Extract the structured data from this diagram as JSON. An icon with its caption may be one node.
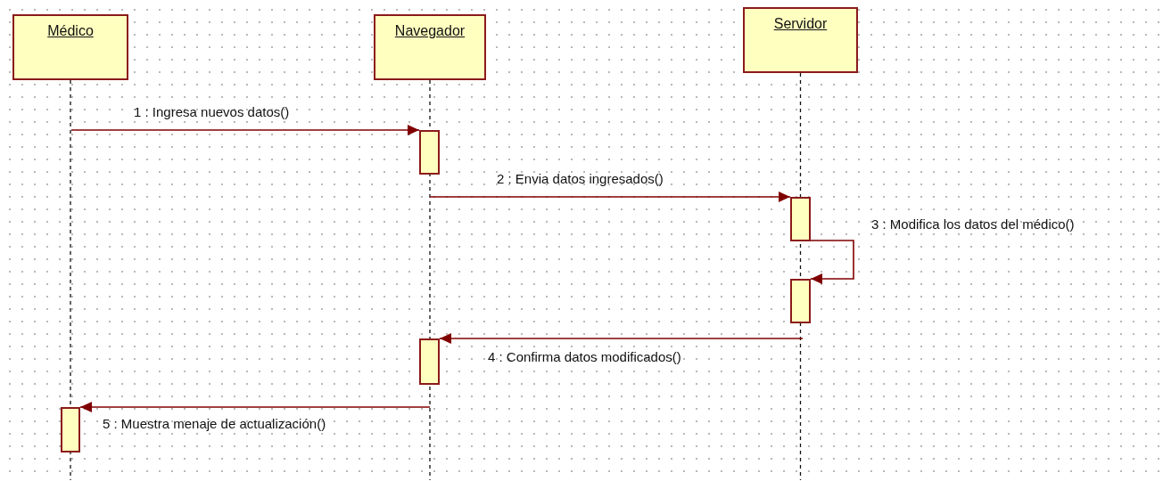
{
  "diagram": {
    "nodes": [
      {
        "text": [
          "Médico"
        ]
      },
      {
        "text": [
          "Navegador"
        ]
      },
      {
        "text": [
          "Servidor"
        ]
      },
      {
        "text": [],
        "shape": "bar"
      },
      {
        "text": [],
        "shape": "bar"
      },
      {
        "text": [],
        "shape": "bar"
      },
      {
        "text": [],
        "shape": "bar"
      },
      {
        "text": [],
        "shape": "bar"
      }
    ],
    "edges": [
      {
        "from": null,
        "to": 3,
        "arrow": "to",
        "label": "1 : Ingresa nuevos datos()"
      },
      {
        "from": null,
        "to": 4,
        "arrow": "to",
        "label": "2 : Envia datos ingresados()"
      },
      {
        "from": 4,
        "to": 5,
        "arrow": "to",
        "label": "3 : Modifica los datos del médico()"
      },
      {
        "from": null,
        "to": 6,
        "arrow": "to",
        "label": "4 : Confirma datos modificados()"
      },
      {
        "from": null,
        "to": 7,
        "arrow": "to",
        "label": "5 : Muestra menaje de actualización()"
      }
    ]
  }
}
